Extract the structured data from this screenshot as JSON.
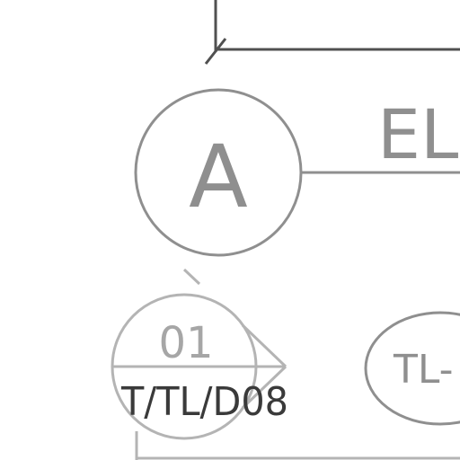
{
  "grid_bubble": {
    "label": "A"
  },
  "elevation_title": {
    "text": "EL"
  },
  "section_marker": {
    "number": "01",
    "sheet_ref": "T/TL/D08"
  },
  "tag_bubble": {
    "text": "TL-"
  },
  "colors": {
    "grid": "#8f8f8f",
    "dark": "#505050",
    "marker": "#b4b4b4",
    "sheet_text": "#3a3a3a"
  }
}
